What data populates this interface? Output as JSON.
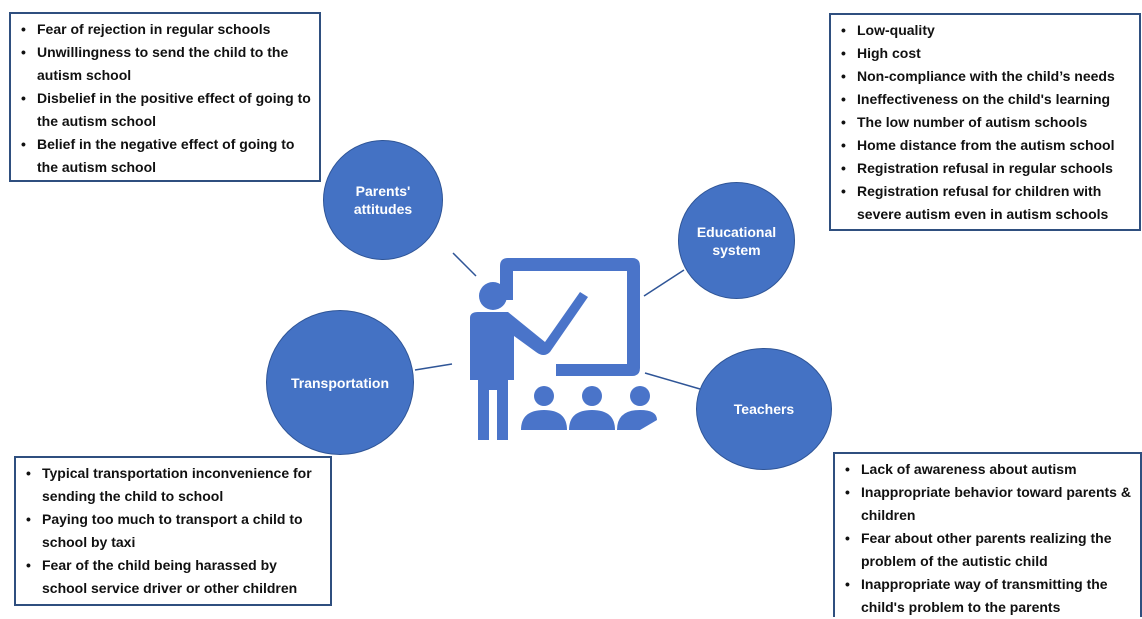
{
  "colors": {
    "circle_fill": "#4472c4",
    "box_border": "#2f4f7f",
    "icon": "#4a74c9"
  },
  "center_icon": "teacher-presentation-icon",
  "nodes": {
    "parents": {
      "label": "Parents'\nattitudes",
      "items": [
        "Fear of rejection in regular schools",
        "Unwillingness to send the child to the autism school",
        "Disbelief in the positive effect of going to the autism school",
        "Belief in the negative effect of going to the autism school"
      ]
    },
    "educational": {
      "label": "Educational\nsystem",
      "items": [
        "Low-quality",
        "High cost",
        "Non-compliance with the child’s needs",
        "Ineffectiveness on the child's learning",
        "The low number of autism schools",
        "Home distance from the autism school",
        "Registration refusal in regular schools",
        "Registration refusal for children with severe autism even in autism schools"
      ]
    },
    "transportation": {
      "label": "Transportation",
      "items": [
        "Typical transportation inconvenience for sending the child to school",
        "Paying too much to transport a child to school by taxi",
        "Fear of the child being harassed by school service driver or other children"
      ]
    },
    "teachers": {
      "label": "Teachers",
      "items": [
        "Lack of awareness about autism",
        "Inappropriate behavior toward parents & children",
        "Fear about other parents realizing the problem of the autistic child",
        "Inappropriate way of transmitting the child's problem to the parents"
      ]
    }
  }
}
